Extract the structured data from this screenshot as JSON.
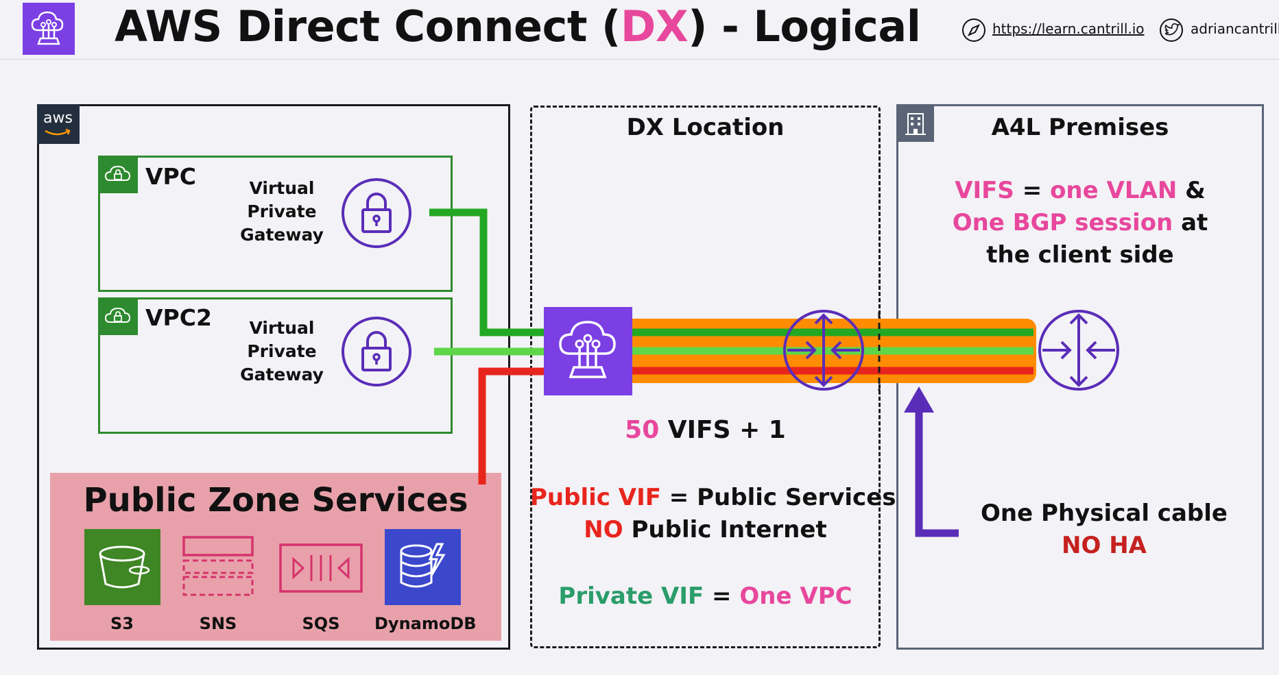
{
  "header": {
    "title_pre": "AWS Direct Connect (",
    "title_accent": "DX",
    "title_post": ") - Logical",
    "site_url": "https://learn.cantrill.io",
    "twitter": "adriancantrill"
  },
  "aws": {
    "tag": "aws",
    "vpc1": {
      "name": "VPC",
      "gateway_label": [
        "Virtual",
        "Private",
        "Gateway"
      ]
    },
    "vpc2": {
      "name": "VPC2",
      "gateway_label": [
        "Virtual",
        "Private",
        "Gateway"
      ]
    },
    "public_zone": {
      "title": "Public Zone Services",
      "services": [
        "S3",
        "SNS",
        "SQS",
        "DynamoDB"
      ]
    }
  },
  "dx_location": {
    "title": "DX Location",
    "vifs_count": "50",
    "vifs_rest": "VIFS + 1",
    "public_vif_label": "Public VIF",
    "eq": "=",
    "public_vif_value": "Public Services",
    "no": "NO",
    "no_rest": "Public Internet",
    "private_vif_label": "Private VIF",
    "private_vif_value": "One VPC"
  },
  "premises": {
    "title": "A4L Premises",
    "line1_a": "VIFS",
    "line1_eq": "=",
    "line1_b": "one VLAN",
    "line1_c": "&",
    "line2_a": "One BGP session",
    "line2_b": "at",
    "line3": "the client side",
    "cable_line": "One Physical cable",
    "no_ha": "NO HA"
  },
  "colors": {
    "accent_pink": "#e7479c",
    "vpc_green": "#2e8a2e",
    "link_green_dark": "#23a823",
    "link_green_light": "#5fd64a",
    "link_red": "#e8251d",
    "trunk_orange": "#ff8c00",
    "dx_purple": "#7b3fe4",
    "gateway_purple": "#5a2db8",
    "dynamodb_blue": "#3b48cc",
    "s3_green": "#3f8624",
    "app_pink": "#d6336c"
  }
}
